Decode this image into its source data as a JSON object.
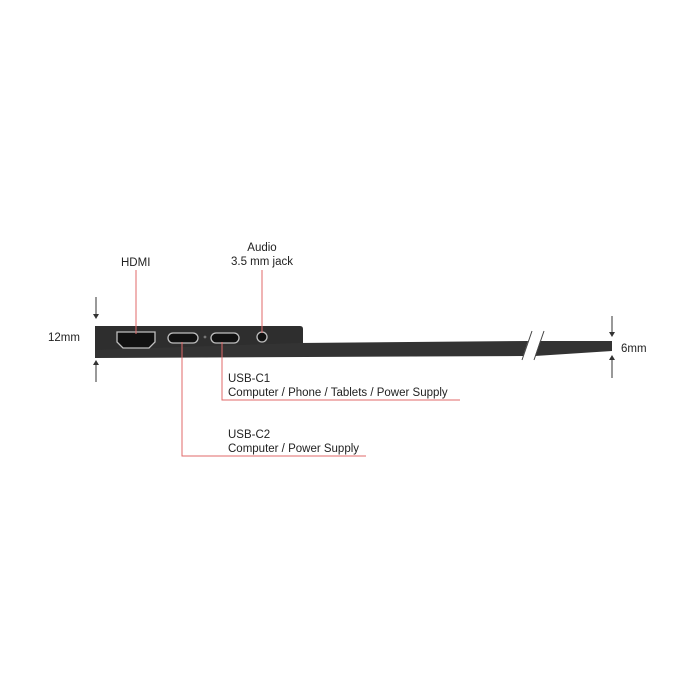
{
  "labels": {
    "hdmi": "HDMI",
    "audio_line1": "Audio",
    "audio_line2": "3.5 mm jack",
    "usb_c1_title": "USB-C1",
    "usb_c1_desc": "Computer / Phone / Tablets / Power Supply",
    "usb_c2_title": "USB-C2",
    "usb_c2_desc": "Computer / Power Supply",
    "thickness_left": "12mm",
    "thickness_right": "6mm"
  },
  "colors": {
    "leader_line": "#e06a6a",
    "device_body": "#2e2e2e",
    "device_edge": "#4a4a4a",
    "port_outline": "#bfbfbf",
    "arrow": "#333333"
  }
}
